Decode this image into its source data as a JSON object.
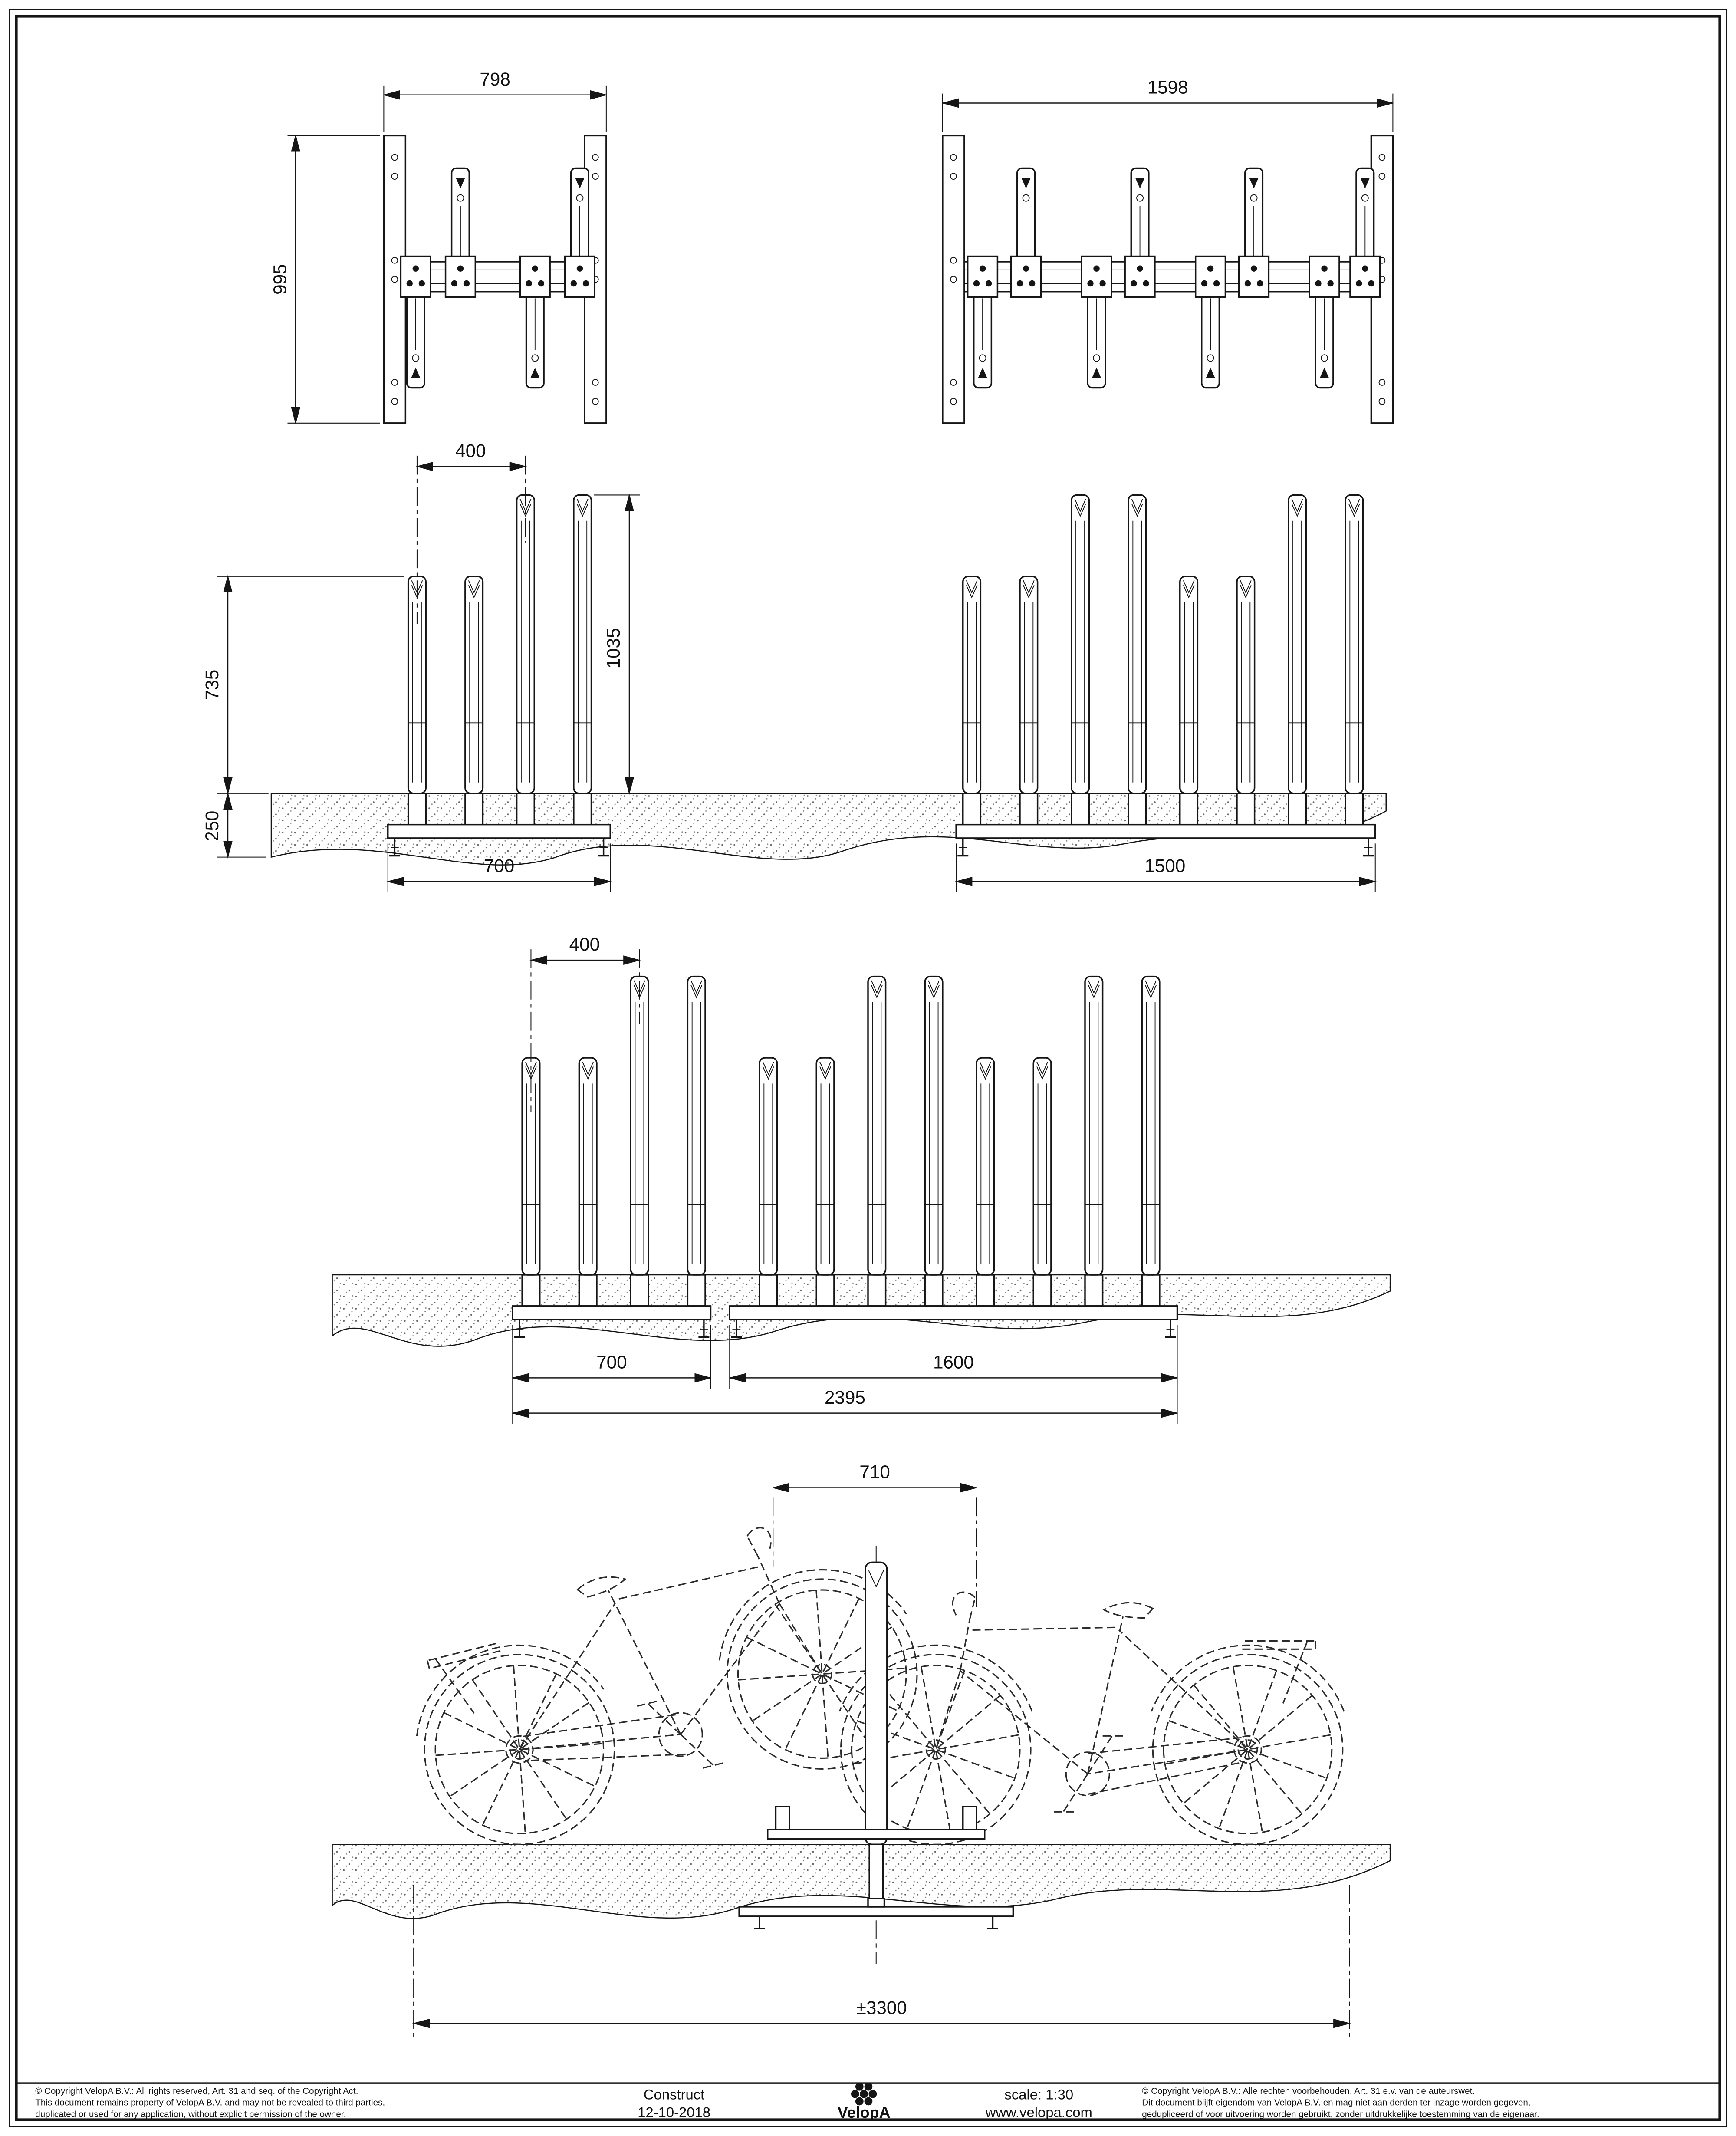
{
  "drawing": {
    "views": {
      "top_small": {
        "width": "798",
        "depth": "995"
      },
      "top_large": {
        "width": "1598"
      },
      "front_small": {
        "pitch": "400",
        "low_height": "735",
        "high_height": "1035",
        "anchor_depth": "250",
        "base_width": "700"
      },
      "front_large": {
        "base_width": "1500"
      },
      "front_combined": {
        "pitch": "400",
        "base_small": "700",
        "base_large": "1600",
        "total_width": "2395"
      },
      "side": {
        "bike_spacing": "710",
        "overall_length": "±3300"
      }
    }
  },
  "footer": {
    "copyright_en_lines": [
      "©  Copyright VelopA B.V.: All rights reserved, Art. 31 and seq. of the Copyright Act.",
      "This document remains property of VelopA B.V. and may not be revealed to third parties,",
      "duplicated or used for any application, without explicit permission of the owner."
    ],
    "title": "Construct",
    "date": "12-10-2018",
    "logo_text": "VelopA",
    "scale": "scale: 1:30",
    "website": "www.velopa.com",
    "copyright_nl_lines": [
      "©  Copyright VelopA B.V.: Alle rechten voorbehouden, Art. 31 e.v. van de auteurswet.",
      "Dit document blijft eigendom van VelopA B.V. en mag niet aan derden ter inzage worden gegeven,",
      "gedupliceerd of voor uitvoering worden gebruikt, zonder uitdrukkelijke toestemming van de eigenaar."
    ]
  }
}
